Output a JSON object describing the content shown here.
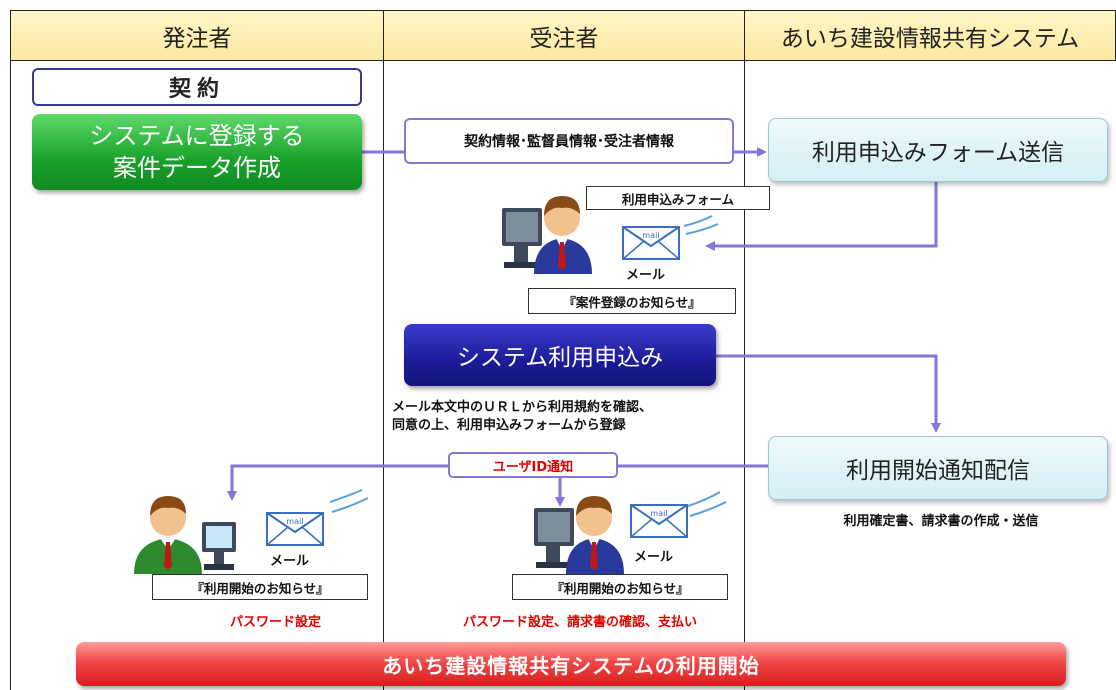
{
  "lanes": {
    "orderer": "発注者",
    "contractor": "受注者",
    "system": "あいち建設情報共有システム"
  },
  "orderer": {
    "contract": "契約",
    "create_data_line1": "システムに登録する",
    "create_data_line2": "案件データ作成",
    "mail_label": "メール",
    "notice_label": "『利用開始のお知らせ』",
    "password_note": "パスワード設定"
  },
  "contractor": {
    "info_box": "契約情報･監督員情報･受注者情報",
    "form_label": "利用申込みフォーム",
    "mail_label_1": "メール",
    "case_notice": "『案件登録のお知らせ』",
    "apply_button": "システム利用申込み",
    "apply_note_line1": "メール本文中のＵＲＬから利用規約を確認、",
    "apply_note_line2": "同意の上、利用申込みフォームから登録",
    "userid_label": "ユーザID通知",
    "mail_label_2": "メール",
    "start_notice": "『利用開始のお知らせ』",
    "final_note": "パスワード設定、請求書の確認、支払い"
  },
  "system": {
    "form_send": "利用申込みフォーム送信",
    "start_notify": "利用開始通知配信",
    "start_note": "利用確定書、請求書の作成・送信"
  },
  "bottom_bar": "あいち建設情報共有システムの利用開始",
  "icons": {
    "mail_icon_text": "mail"
  },
  "colors": {
    "header_bg": "#fbe9a0",
    "green": "#1aa22c",
    "blue": "#1c1c9a",
    "red": "#d81e1e",
    "arrow": "#8577d6",
    "person_suit_blue": "#2a3a9c",
    "person_suit_green": "#2e8a2e"
  }
}
